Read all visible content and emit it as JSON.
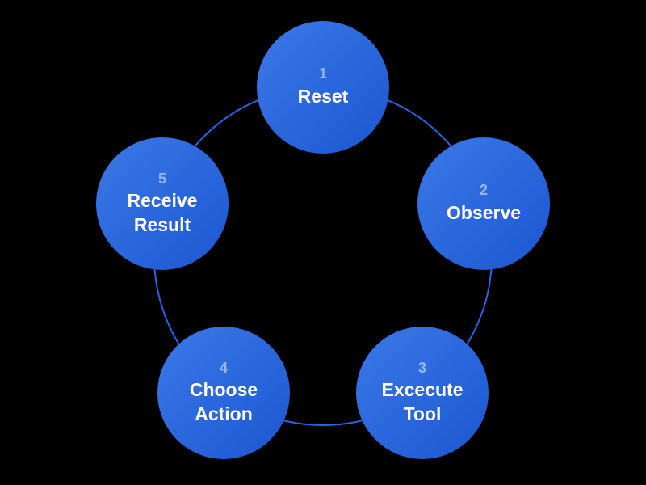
{
  "colors": {
    "background": "#000000",
    "ring": "#2563eb",
    "circle_gradient_start": "#3b79e8",
    "circle_gradient_end": "#1b56d1",
    "number_text": "rgba(255,255,255,0.5)",
    "label_text": "#ffffff"
  },
  "diagram": {
    "type": "circular-process-cycle",
    "nodes": [
      {
        "number": "1",
        "label": "Reset"
      },
      {
        "number": "2",
        "label": "Observe"
      },
      {
        "number": "3",
        "label": "Excecute Tool"
      },
      {
        "number": "4",
        "label": "Choose Action"
      },
      {
        "number": "5",
        "label": "Receive Result"
      }
    ]
  }
}
